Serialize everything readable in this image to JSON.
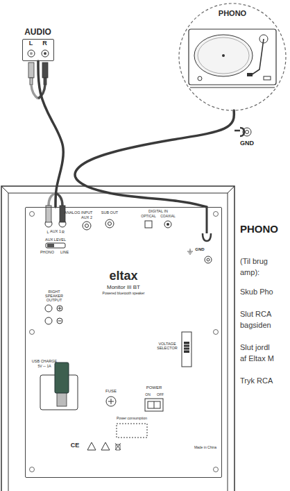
{
  "diagram": {
    "nodes": [
      {
        "text": [
          "AUDIO",
          "L",
          "R"
        ]
      },
      {
        "text": [
          "PHONO"
        ]
      },
      {
        "text": [
          "ANALOG INPUT",
          "AUX 1",
          "AUX 2",
          "SUB OUT",
          "DIGITAL IN",
          "OPTICAL",
          "COAXIAL",
          "L",
          "R",
          "AUX LEVEL",
          "PHONO",
          "LINE",
          "GND",
          "eltax",
          "Monitor III BT",
          "Powered bluetooth speaker",
          "RIGHT SPEAKER OUTPUT",
          "VOLTAGE SELECTOR",
          "USB CHARGE",
          "5V ⎓ 1A",
          "FUSE",
          "POWER",
          "ON",
          "OFF",
          "Power consumption",
          "CE",
          "Made in China"
        ]
      }
    ],
    "edges": [
      {
        "from": 0,
        "to": 2,
        "arrow": "none"
      },
      {
        "from": 1,
        "to": 2,
        "arrow": "none"
      }
    ],
    "labels": [
      "GND",
      "PHONO",
      "(Til brug",
      "amp):",
      "Skub Pho",
      "Slut RCA",
      "bagsiden",
      "Slut jordl",
      "af Eltax M",
      "Tryk RCA"
    ]
  }
}
